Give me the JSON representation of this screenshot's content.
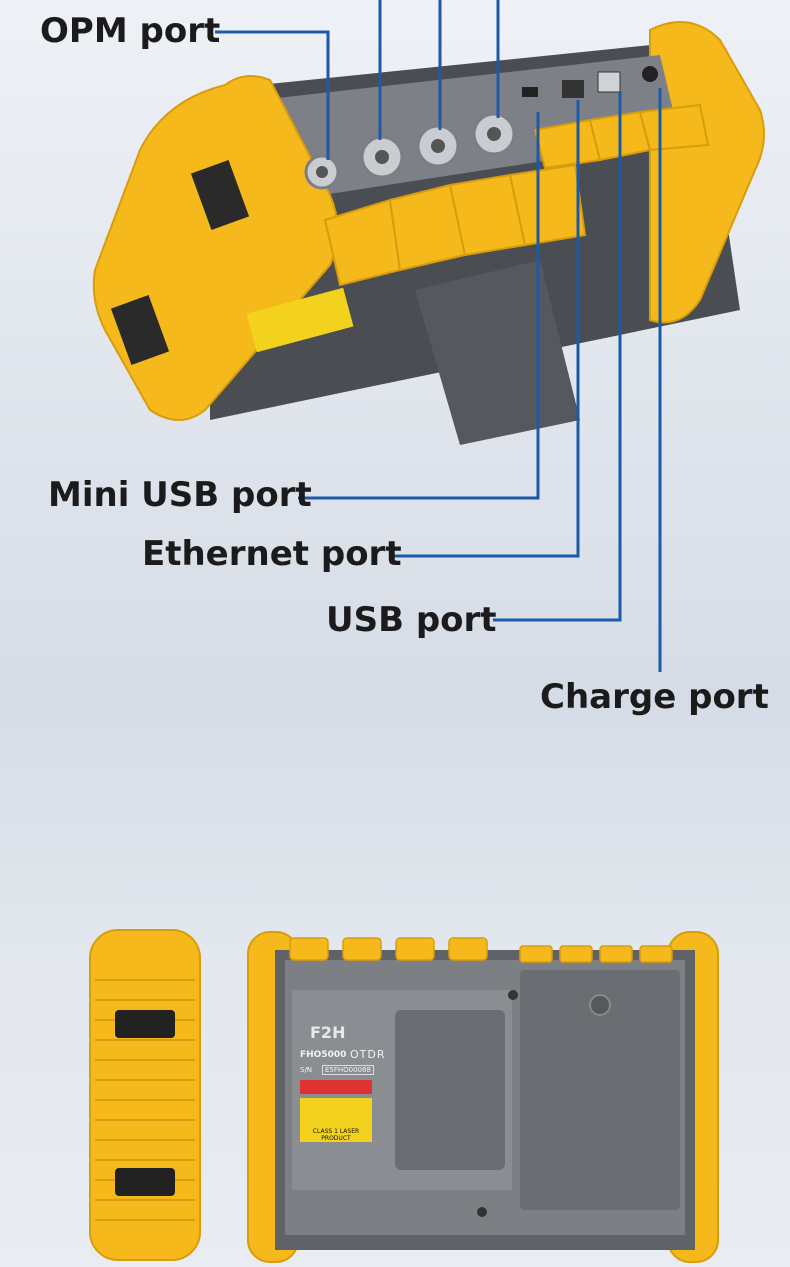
{
  "callouts": {
    "opm": "OPM port",
    "mini_usb": "Mini USB port",
    "ethernet": "Ethernet port",
    "usb": "USB port",
    "charge": "Charge port"
  },
  "device_back": {
    "brand": "F2H",
    "model": "FHO5000",
    "product": "OTDR",
    "sn_label": "S/N",
    "sn_value": "E5FHO00088",
    "warning_label": "CLASS 1 LASER PRODUCT"
  },
  "colors": {
    "accent_line": "#1c5aa8",
    "bumper_yellow": "#f5b91c",
    "body_gray": "#6d7075"
  }
}
